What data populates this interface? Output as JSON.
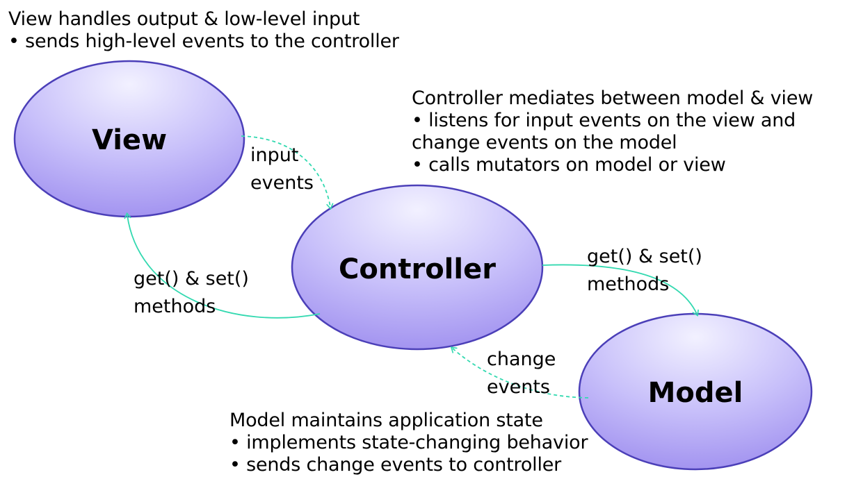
{
  "nodes": {
    "view": {
      "label": "View"
    },
    "controller": {
      "label": "Controller"
    },
    "model": {
      "label": "Model"
    }
  },
  "annotations": {
    "view": {
      "heading": "View handles output & low-level input",
      "bullets": [
        "• sends high-level events to the controller"
      ]
    },
    "controller": {
      "heading": "Controller mediates between model & view",
      "bullets": [
        "• listens for input events on the view and",
        "change events on the model",
        "• calls mutators on model or view"
      ]
    },
    "model": {
      "heading": "Model maintains application state",
      "bullets": [
        "• implements state-changing behavior",
        "• sends change events to controller"
      ]
    }
  },
  "edges": {
    "view_to_controller": {
      "line1": "input",
      "line2": "events"
    },
    "controller_to_view": {
      "line1": "get() & set()",
      "line2": "methods"
    },
    "controller_to_model": {
      "line1": "get() & set()",
      "line2": "methods"
    },
    "model_to_controller": {
      "line1": "change",
      "line2": "events"
    }
  },
  "colors": {
    "node_fill_light": "#ecebff",
    "node_fill_dark": "#a99af2",
    "node_stroke": "#4b3fb8",
    "arrow": "#33d9b0"
  }
}
